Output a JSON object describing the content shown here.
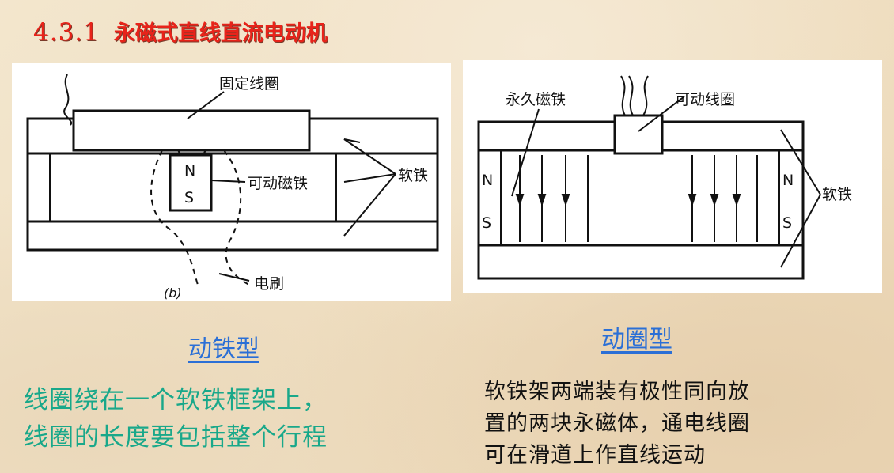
{
  "title": {
    "section_number": "4.3.1",
    "text": "永磁式直线直流电动机"
  },
  "left_figure": {
    "labels": {
      "fixed_coil": "固定线圈",
      "moving_magnet": "可动磁铁",
      "soft_iron": "软铁",
      "brush": "电刷",
      "n_pole": "N",
      "s_pole": "S",
      "caption": "(b)"
    },
    "heading": "动铁型",
    "description": [
      "线圈绕在一个软铁框架上，",
      "线圈的长度要包括整个行程"
    ]
  },
  "right_figure": {
    "labels": {
      "permanent_magnet": "永久磁铁",
      "moving_coil": "可动线圈",
      "soft_iron": "软铁",
      "n_pole": "N",
      "s_pole": "S"
    },
    "heading": "动圈型",
    "description": [
      "软铁架两端装有极性同向放",
      "置的两块永磁体，通电线圈",
      "可在滑道上作直线运动"
    ]
  },
  "colors": {
    "title": "#e8231a",
    "heading": "#2b6fd6",
    "left_text": "#19a88a",
    "right_text": "#111111"
  }
}
